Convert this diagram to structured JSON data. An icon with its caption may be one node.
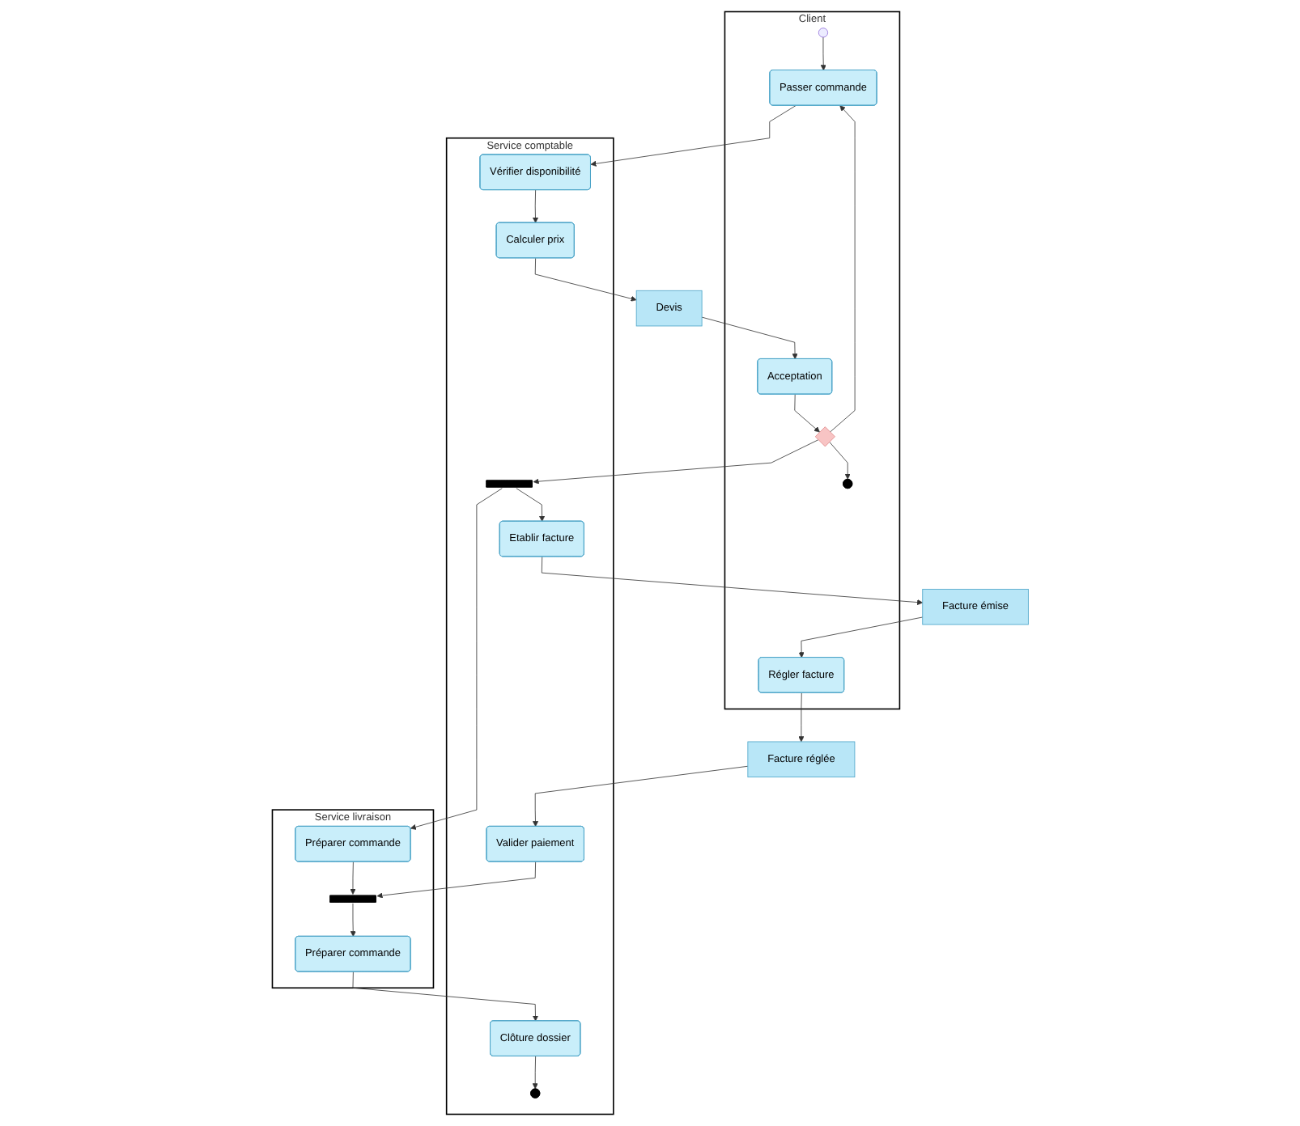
{
  "diagram": {
    "nodes": [
      {
        "text": [
          "Client"
        ]
      },
      {
        "text": [
          "Service comptable"
        ]
      },
      {
        "text": [
          "Service livraison"
        ]
      },
      {
        "text": [],
        "shape": "circle",
        "in": 0
      },
      {
        "text": [
          "Passer commande"
        ],
        "in": 0
      },
      {
        "text": [
          "Vérifier disponibilité"
        ],
        "in": 1
      },
      {
        "text": [
          "Calculer prix"
        ],
        "in": 1
      },
      {
        "text": [
          "Devis"
        ]
      },
      {
        "text": [
          "Acceptation"
        ],
        "in": 0
      },
      {
        "text": [],
        "shape": "diamond",
        "in": 0
      },
      {
        "text": [],
        "shape": "circle",
        "in": 0
      },
      {
        "text": [],
        "shape": "bar",
        "in": 1
      },
      {
        "text": [
          "Etablir facture"
        ],
        "in": 1
      },
      {
        "text": [
          "Préparer commande"
        ],
        "in": 2
      },
      {
        "text": [
          "Facture émise"
        ]
      },
      {
        "text": [
          "Régler facture"
        ],
        "in": 0
      },
      {
        "text": [
          "Facture réglée"
        ]
      },
      {
        "text": [
          "Valider paiement"
        ],
        "in": 1
      },
      {
        "text": [],
        "shape": "bar",
        "in": 2
      },
      {
        "text": [
          "Préparer commande"
        ],
        "in": 2
      },
      {
        "text": [
          "Clôture dossier"
        ],
        "in": 1
      },
      {
        "text": [],
        "shape": "circle",
        "in": 1
      }
    ],
    "edges": [
      {
        "from": 3,
        "to": 4,
        "arrow": "to"
      },
      {
        "from": 4,
        "to": 5,
        "arrow": "to"
      },
      {
        "from": 5,
        "to": 6,
        "arrow": "to"
      },
      {
        "from": 6,
        "to": 7,
        "arrow": "to"
      },
      {
        "from": 7,
        "to": 8,
        "arrow": "to"
      },
      {
        "from": 8,
        "to": 9,
        "arrow": "to"
      },
      {
        "from": 9,
        "to": 4,
        "arrow": "to"
      },
      {
        "from": 9,
        "to": 11,
        "arrow": "to"
      },
      {
        "from": 9,
        "to": 10,
        "arrow": "to"
      },
      {
        "from": 11,
        "to": 12,
        "arrow": "to"
      },
      {
        "from": 11,
        "to": 13,
        "arrow": "to"
      },
      {
        "from": 12,
        "to": 14,
        "arrow": "to"
      },
      {
        "from": 14,
        "to": 15,
        "arrow": "to"
      },
      {
        "from": 15,
        "to": 16,
        "arrow": "to"
      },
      {
        "from": 16,
        "to": 17,
        "arrow": "to"
      },
      {
        "from": 17,
        "to": 18,
        "arrow": "to"
      },
      {
        "from": 13,
        "to": 18,
        "arrow": "to"
      },
      {
        "from": 18,
        "to": 19,
        "arrow": "to"
      },
      {
        "from": 19,
        "to": 20,
        "arrow": "to"
      },
      {
        "from": 20,
        "to": 21,
        "arrow": "to"
      }
    ]
  }
}
